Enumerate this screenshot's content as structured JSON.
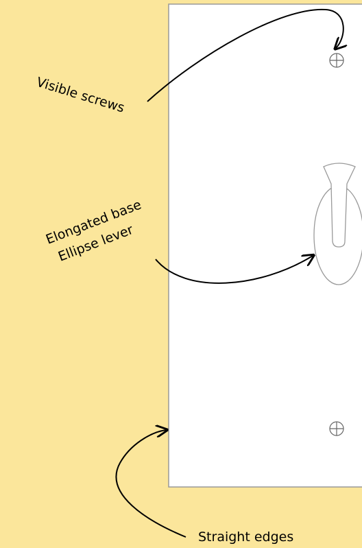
{
  "annotations": {
    "screws": "Visible screws",
    "base_line1": "Elongated base",
    "base_line2": "Ellipse lever",
    "edges": "Straight edges"
  },
  "icons": {
    "screw_top": "screw-icon",
    "screw_bottom": "screw-icon",
    "toggle_lever": "toggle-lever-icon"
  },
  "colors": {
    "background": "#fbe69b",
    "plate": "#ffffff",
    "outline": "#999999",
    "ink": "#000000"
  }
}
